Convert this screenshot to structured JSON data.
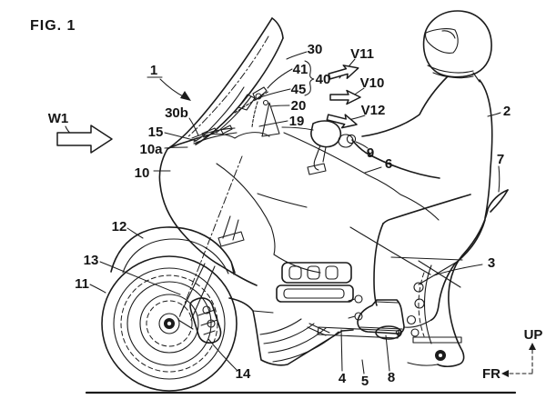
{
  "figure": {
    "title": "FIG. 1",
    "type": "patent-line-drawing",
    "subject": "motorcycle with rider, windscreen airflow diagram"
  },
  "direction_labels": {
    "w1": "W1",
    "v11": "V11",
    "v10": "V10",
    "v12": "V12",
    "up": "UP",
    "fr": "FR"
  },
  "reference_numerals": {
    "n1": "1",
    "n2": "2",
    "n3": "3",
    "n4": "4",
    "n5": "5",
    "n6": "6",
    "n7": "7",
    "n8": "8",
    "n9": "9",
    "n10": "10",
    "n10a": "10a",
    "n11": "11",
    "n12": "12",
    "n13": "13",
    "n14": "14",
    "n15": "15",
    "n19": "19",
    "n20": "20",
    "n30": "30",
    "n30b": "30b",
    "n40": "40",
    "n41": "41",
    "n45": "45"
  },
  "colors": {
    "ink": "#1b1b1b",
    "background": "#ffffff"
  }
}
